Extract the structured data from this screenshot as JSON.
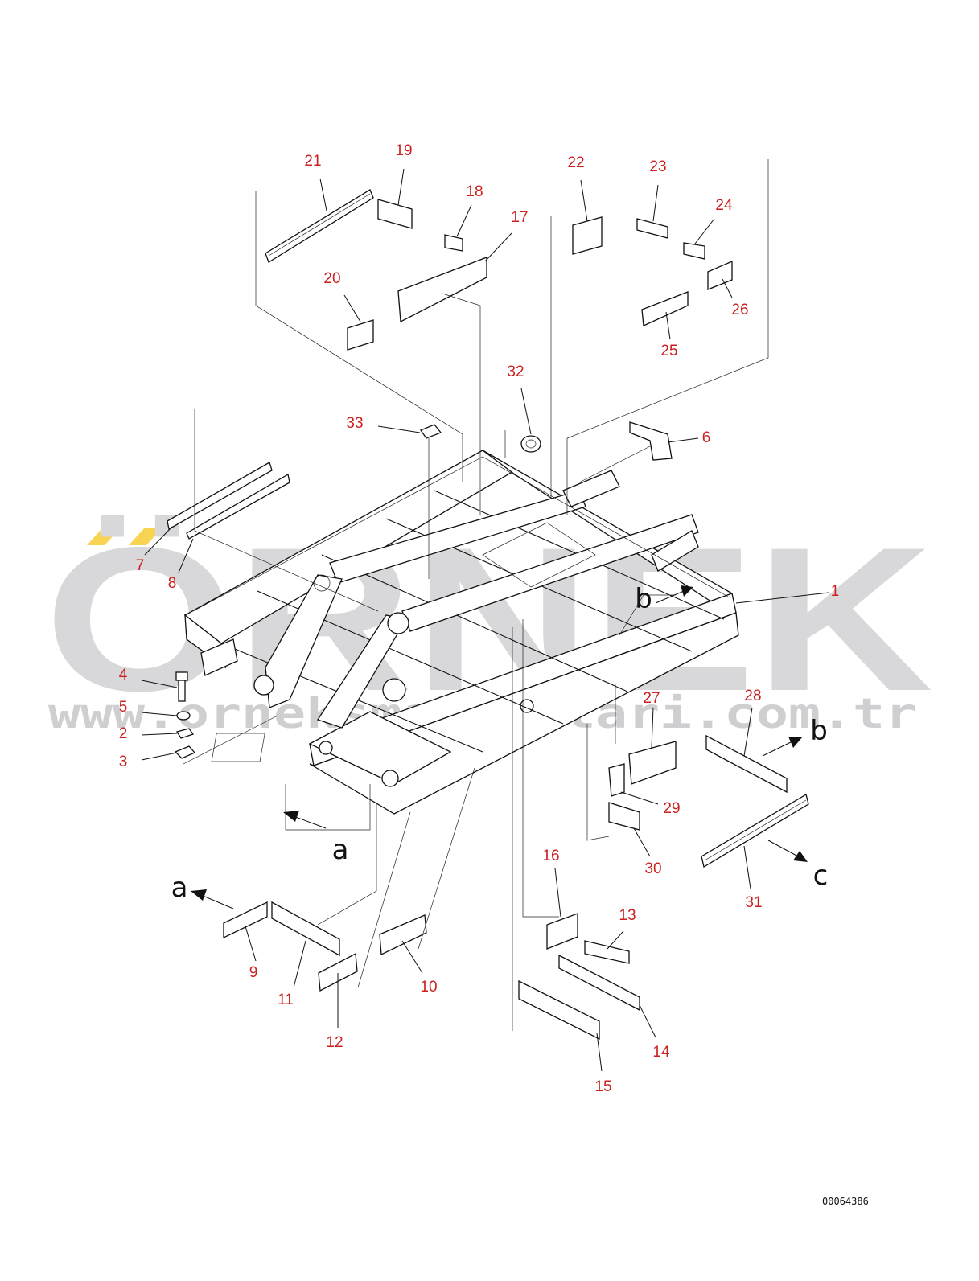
{
  "watermark": {
    "brand": "ÖRNEK",
    "url": "www.orneksmakinalari.com.tr",
    "accent_color": "#f5c518"
  },
  "drawing_code": "00064386",
  "callouts": [
    {
      "id": "c1",
      "label": "1"
    },
    {
      "id": "c2",
      "label": "2"
    },
    {
      "id": "c3",
      "label": "3"
    },
    {
      "id": "c4",
      "label": "4"
    },
    {
      "id": "c5",
      "label": "5"
    },
    {
      "id": "c6",
      "label": "6"
    },
    {
      "id": "c7",
      "label": "7"
    },
    {
      "id": "c8",
      "label": "8"
    },
    {
      "id": "c9",
      "label": "9"
    },
    {
      "id": "c10",
      "label": "10"
    },
    {
      "id": "c11",
      "label": "11"
    },
    {
      "id": "c12",
      "label": "12"
    },
    {
      "id": "c13",
      "label": "13"
    },
    {
      "id": "c14",
      "label": "14"
    },
    {
      "id": "c15",
      "label": "15"
    },
    {
      "id": "c16",
      "label": "16"
    },
    {
      "id": "c17",
      "label": "17"
    },
    {
      "id": "c18",
      "label": "18"
    },
    {
      "id": "c19",
      "label": "19"
    },
    {
      "id": "c20",
      "label": "20"
    },
    {
      "id": "c21",
      "label": "21"
    },
    {
      "id": "c22",
      "label": "22"
    },
    {
      "id": "c23",
      "label": "23"
    },
    {
      "id": "c24",
      "label": "24"
    },
    {
      "id": "c25",
      "label": "25"
    },
    {
      "id": "c26",
      "label": "26"
    },
    {
      "id": "c27",
      "label": "27"
    },
    {
      "id": "c28",
      "label": "28"
    },
    {
      "id": "c29",
      "label": "29"
    },
    {
      "id": "c30",
      "label": "30"
    },
    {
      "id": "c31",
      "label": "31"
    },
    {
      "id": "c32",
      "label": "32"
    },
    {
      "id": "c33",
      "label": "33"
    }
  ],
  "view_markers": {
    "a_top": "a",
    "a_bottom": "a",
    "b_frame": "b",
    "b_right": "b",
    "c_right": "c"
  }
}
